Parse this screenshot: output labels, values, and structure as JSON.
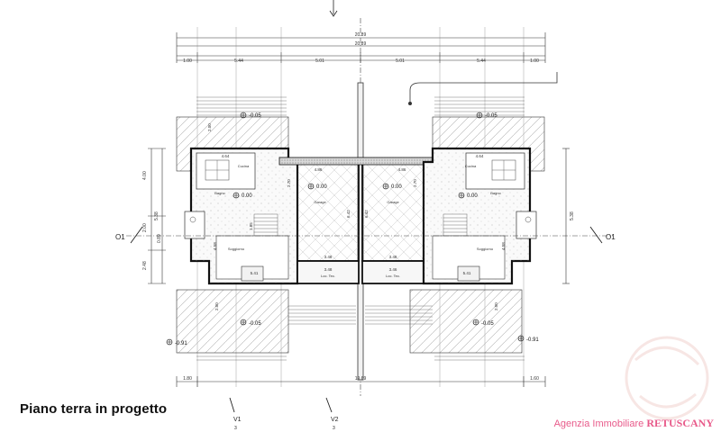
{
  "caption": "Piano terra in progetto",
  "watermark": {
    "prefix": "Agenzia Immobiliare",
    "brand": "RETUSCANY",
    "color": "#e85a8a"
  },
  "dimensions": {
    "overall_top_1": "20.89",
    "overall_top_2": "20.89",
    "top_segments": [
      "1.00",
      "5.44",
      "5.01",
      "5.01",
      "5.44",
      "1.00"
    ],
    "bottom_total": "19.69",
    "bottom_left": "1.80",
    "bottom_right": "1.60",
    "left_side": [
      "4.00",
      "5.38",
      "2.00",
      "0.89",
      "2.48"
    ],
    "right_side": [
      "5.38"
    ],
    "inner": {
      "kitchen_width": "4.64",
      "garage_width": "4.86",
      "garage_depth": "6.42",
      "lower_width": "3.48",
      "small_width": "3.46",
      "room_width": "5.41",
      "wall_dim_a": "2.00",
      "wall_dim_b": "2.70",
      "wall_dim_c": "1.85",
      "wall_dim_d": "4.58",
      "wall_dim_e": "2.00"
    }
  },
  "levels": {
    "patio_top": "-0.05",
    "interior": "0.00",
    "patio_bottom": "-0.05",
    "ground": "-0.91"
  },
  "section_markers": {
    "o1": "O1",
    "v1": "V1",
    "v2": "V2",
    "sheet": "3"
  },
  "room_labels": {
    "kitchen": "Cucina",
    "garage": "Garage",
    "living": "Soggiorno",
    "bath": "Bagno",
    "storage": "Loc. Tec."
  },
  "colors": {
    "line": "#1a1a1a",
    "thin": "#666666",
    "hatch": "#888888"
  }
}
